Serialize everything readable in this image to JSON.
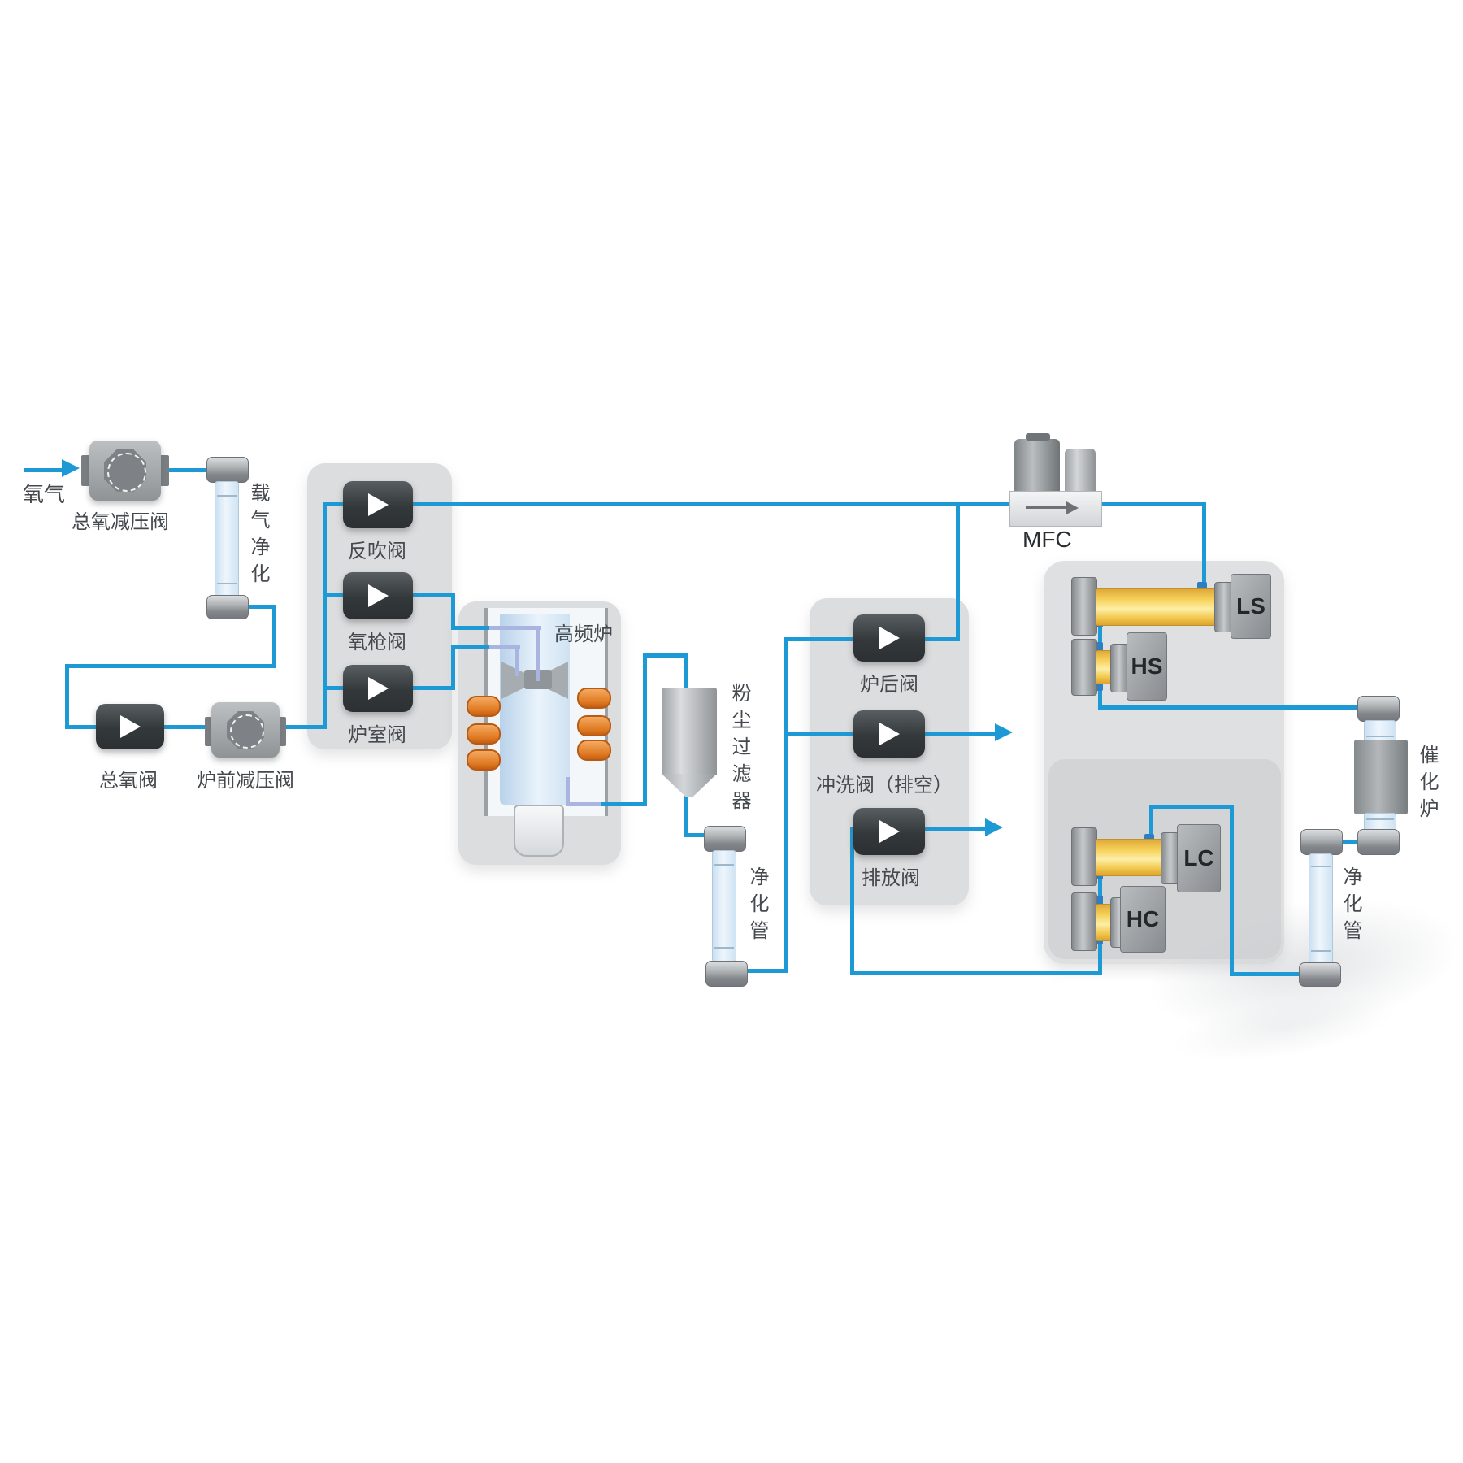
{
  "colors": {
    "pipe_blue": "#1d9ad6",
    "pipe_lavender": "#a9b4e0",
    "panel_gray": "#dcddde",
    "panel_inner_gray": "#d3d4d6",
    "valve_dark": "#3e4245",
    "cell_yellow": "#f2cd5a",
    "coil_orange": "#e98a3e",
    "label_text": "#45494e",
    "background": "#ffffff"
  },
  "source": {
    "label": "氧气"
  },
  "components": {
    "main_o2_regulator": {
      "label": "总氧减压阀",
      "type": "regulator-valve"
    },
    "carrier_gas_purifier": {
      "label": "载气净化",
      "type": "purifier-tube"
    },
    "main_o2_valve": {
      "label": "总氧阀",
      "type": "solenoid-valve"
    },
    "pre_furnace_regulator": {
      "label": "炉前减压阀",
      "type": "regulator-valve"
    },
    "backblow_valve": {
      "label": "反吹阀",
      "type": "solenoid-valve"
    },
    "o2_lance_valve": {
      "label": "氧枪阀",
      "type": "solenoid-valve"
    },
    "furnace_chamber_valve": {
      "label": "炉室阀",
      "type": "solenoid-valve"
    },
    "hf_furnace": {
      "label": "高频炉",
      "type": "induction-furnace"
    },
    "dust_filter": {
      "label": "粉尘过滤器",
      "type": "filter"
    },
    "purifier_tube_mid": {
      "label": "净化管",
      "type": "purifier-tube"
    },
    "post_furnace_valve": {
      "label": "炉后阀",
      "type": "solenoid-valve"
    },
    "flush_valve": {
      "label": "冲洗阀（排空）",
      "type": "solenoid-valve"
    },
    "discharge_valve": {
      "label": "排放阀",
      "type": "solenoid-valve"
    },
    "mfc": {
      "label": "MFC",
      "type": "mass-flow-controller"
    },
    "ls_cell": {
      "label": "LS",
      "type": "ir-cell-low-sulfur"
    },
    "hs_cell": {
      "label": "HS",
      "type": "ir-cell-high-sulfur"
    },
    "lc_cell": {
      "label": "LC",
      "type": "ir-cell-low-carbon"
    },
    "hc_cell": {
      "label": "HC",
      "type": "ir-cell-high-carbon"
    },
    "catalytic_furnace": {
      "label": "催化炉",
      "type": "catalytic-furnace"
    },
    "purifier_tube_right": {
      "label": "净化管",
      "type": "purifier-tube"
    }
  }
}
